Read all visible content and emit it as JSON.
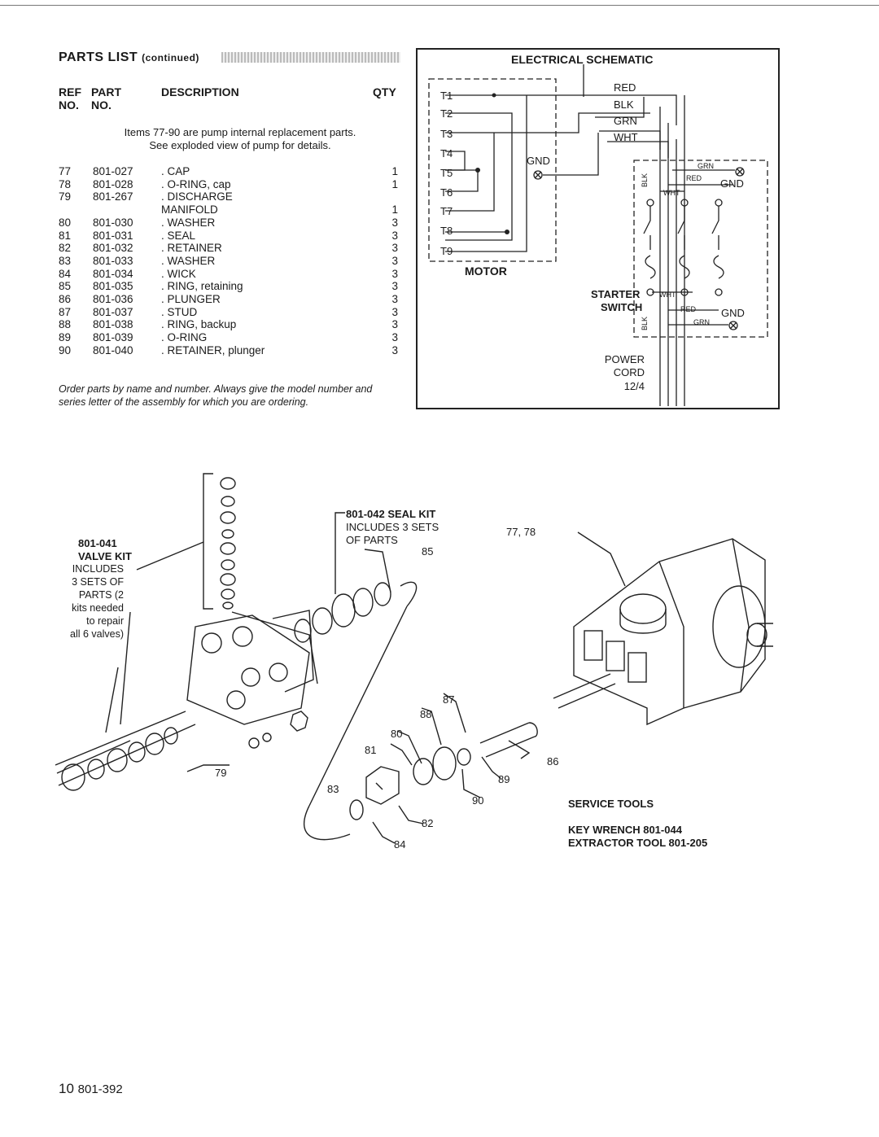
{
  "parts_list": {
    "title": "PARTS LIST",
    "title_note": "(continued)",
    "headers": {
      "ref": "REF",
      "ref2": "NO.",
      "part": "PART",
      "part2": "NO.",
      "description": "DESCRIPTION",
      "qty": "QTY"
    },
    "note_line1": "Items 77-90 are pump internal replacement parts.",
    "note_line2": "See exploded view of pump for details.",
    "rows": [
      {
        "ref": "77",
        "part": "801-027",
        "desc": ". CAP",
        "qty": "1"
      },
      {
        "ref": "78",
        "part": "801-028",
        "desc": ". O-RING, cap",
        "qty": "1"
      },
      {
        "ref": "79",
        "part": "801-267",
        "desc": ". DISCHARGE",
        "qty": ""
      },
      {
        "ref": "",
        "part": "",
        "desc": "MANIFOLD",
        "qty": "1"
      },
      {
        "ref": "80",
        "part": "801-030",
        "desc": ". WASHER",
        "qty": "3"
      },
      {
        "ref": "81",
        "part": "801-031",
        "desc": ". SEAL",
        "qty": "3"
      },
      {
        "ref": "82",
        "part": "801-032",
        "desc": ". RETAINER",
        "qty": "3"
      },
      {
        "ref": "83",
        "part": "801-033",
        "desc": ". WASHER",
        "qty": "3"
      },
      {
        "ref": "84",
        "part": "801-034",
        "desc": ". WICK",
        "qty": "3"
      },
      {
        "ref": "85",
        "part": "801-035",
        "desc": ". RING, retaining",
        "qty": "3"
      },
      {
        "ref": "86",
        "part": "801-036",
        "desc": ". PLUNGER",
        "qty": "3"
      },
      {
        "ref": "87",
        "part": "801-037",
        "desc": ". STUD",
        "qty": "3"
      },
      {
        "ref": "88",
        "part": "801-038",
        "desc": ". RING, backup",
        "qty": "3"
      },
      {
        "ref": "89",
        "part": "801-039",
        "desc": ". O-RING",
        "qty": "3"
      },
      {
        "ref": "90",
        "part": "801-040",
        "desc": ". RETAINER, plunger",
        "qty": "3"
      }
    ],
    "order_note": "Order parts by name and number. Always give the model number and series letter of the assembly for which you are ordering."
  },
  "schematic": {
    "title": "ELECTRICAL SCHEMATIC",
    "terminals": [
      "T1",
      "T2",
      "T3",
      "T4",
      "T5",
      "T6",
      "T7",
      "T8",
      "T9"
    ],
    "motor_label": "MOTOR",
    "gnd": "GND",
    "wire_labels": [
      "RED",
      "BLK",
      "GRN",
      "WHT"
    ],
    "starter_line1": "STARTER",
    "starter_line2": "SWITCH",
    "small_grn": "GRN",
    "small_red": "RED",
    "small_wht": "WHT",
    "small_blk": "BLK",
    "power_line1": "POWER",
    "power_line2": "CORD",
    "power_line3": "12/4"
  },
  "exploded_view": {
    "valve_kit": {
      "number": "801-041",
      "name": "VALVE KIT",
      "line1": "INCLUDES",
      "line2": "3 SETS OF",
      "line3": "PARTS (2",
      "line4": "kits needed",
      "line5": "to repair",
      "line6": "all 6 valves)"
    },
    "seal_kit": {
      "title": "801-042 SEAL KIT",
      "line1": "INCLUDES 3 SETS",
      "line2": "OF PARTS"
    },
    "callouts": [
      "77, 78",
      "85",
      "87",
      "88",
      "80",
      "81",
      "86",
      "89",
      "83",
      "90",
      "82",
      "84",
      "79"
    ]
  },
  "service_tools": {
    "title": "SERVICE TOOLS",
    "line1": "KEY WRENCH 801-044",
    "line2": "EXTRACTOR TOOL 801-205"
  },
  "footer": {
    "page": "10",
    "doc": "801-392"
  }
}
